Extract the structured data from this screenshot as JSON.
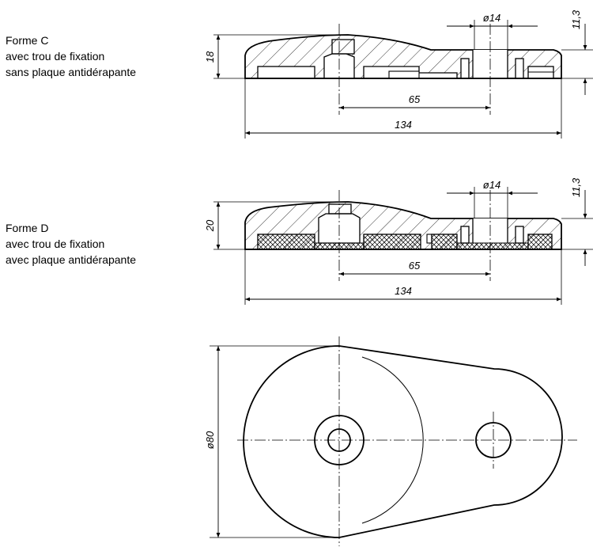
{
  "forme_c": {
    "title": "Forme C",
    "line1": "avec trou de fixation",
    "line2": "sans plaque antidérapante",
    "dims": {
      "height": "18",
      "bore": "ø14",
      "top_offset": "11,3",
      "hole_spacing": "65",
      "length": "134"
    }
  },
  "forme_d": {
    "title": "Forme D",
    "line1": "avec trou de fixation",
    "line2": "avec plaque antidérapante",
    "dims": {
      "height": "20",
      "bore": "ø14",
      "top_offset": "11,3",
      "hole_spacing": "65",
      "length": "134"
    }
  },
  "plan_view": {
    "dims": {
      "diameter": "ø80"
    }
  }
}
